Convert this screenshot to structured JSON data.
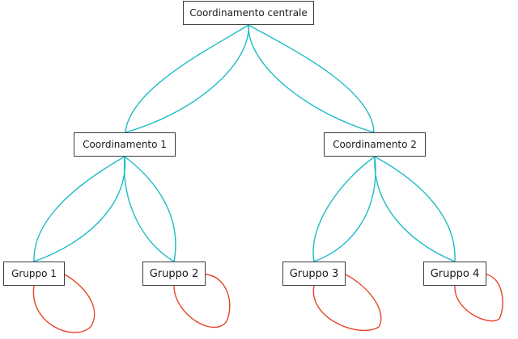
{
  "colors": {
    "link": "#1bbcc6",
    "self_loop": "#e8442a",
    "border": "#3c3c3c"
  },
  "nodes": {
    "central": "Coordinamento centrale",
    "c1": "Coordinamento 1",
    "c2": "Coordinamento 2",
    "g1": "Gruppo 1",
    "g2": "Gruppo 2",
    "g3": "Gruppo 3",
    "g4": "Gruppo 4"
  },
  "edges": [
    {
      "from": "central",
      "to": "c1",
      "double": true
    },
    {
      "from": "central",
      "to": "c2",
      "double": true
    },
    {
      "from": "c1",
      "to": "g1",
      "double": true
    },
    {
      "from": "c1",
      "to": "g2",
      "double": true
    },
    {
      "from": "c2",
      "to": "g3",
      "double": true
    },
    {
      "from": "c2",
      "to": "g4",
      "double": true
    },
    {
      "from": "g1",
      "to": "g1",
      "self": true
    },
    {
      "from": "g2",
      "to": "g2",
      "self": true
    },
    {
      "from": "g3",
      "to": "g3",
      "self": true
    },
    {
      "from": "g4",
      "to": "g4",
      "self": true
    }
  ]
}
